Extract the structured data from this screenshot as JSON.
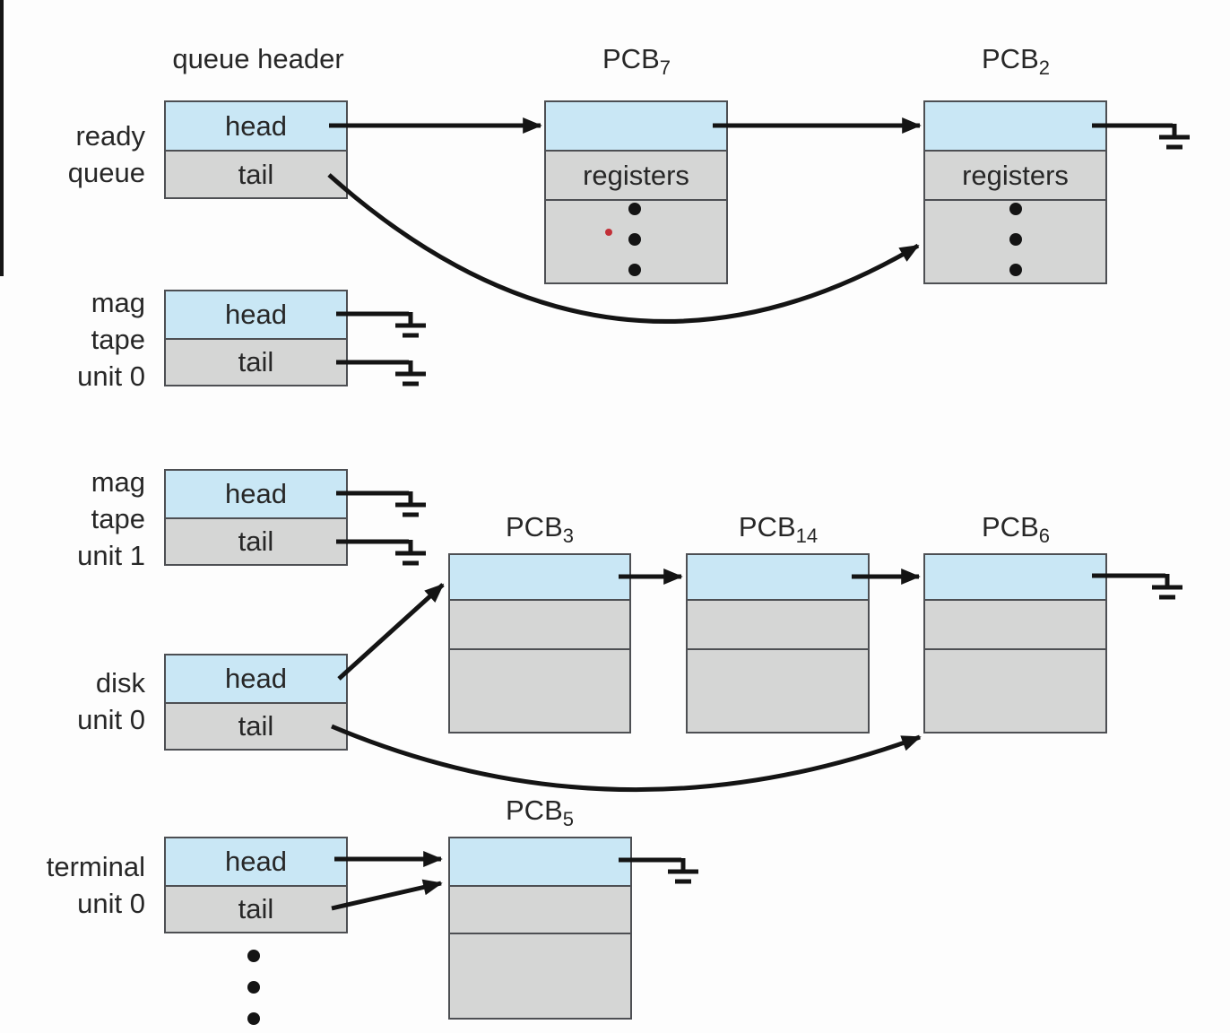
{
  "header_title": "queue header",
  "colors": {
    "cell_blue": "#c9e7f5",
    "cell_gray": "#d5d6d5",
    "border": "#4d4f53",
    "arrow": "#141414",
    "red_dot": "#c23038",
    "edge_strip": "#161616"
  },
  "queues": [
    {
      "id": "ready-queue",
      "label_lines": [
        "ready",
        "queue"
      ],
      "head": "head",
      "tail": "tail"
    },
    {
      "id": "mag-tape-unit-0",
      "label_lines": [
        "mag",
        "tape",
        "unit 0"
      ],
      "head": "head",
      "tail": "tail"
    },
    {
      "id": "mag-tape-unit-1",
      "label_lines": [
        "mag",
        "tape",
        "unit 1"
      ],
      "head": "head",
      "tail": "tail"
    },
    {
      "id": "disk-unit-0",
      "label_lines": [
        "disk",
        "unit 0"
      ],
      "head": "head",
      "tail": "tail"
    },
    {
      "id": "terminal-unit-0",
      "label_lines": [
        "terminal",
        "unit 0"
      ],
      "head": "head",
      "tail": "tail"
    }
  ],
  "pcbs": [
    {
      "id": "pcb7",
      "base": "PCB",
      "sub": "7",
      "register_label": "registers"
    },
    {
      "id": "pcb2",
      "base": "PCB",
      "sub": "2",
      "register_label": "registers"
    },
    {
      "id": "pcb3",
      "base": "PCB",
      "sub": "3"
    },
    {
      "id": "pcb14",
      "base": "PCB",
      "sub": "14"
    },
    {
      "id": "pcb6",
      "base": "PCB",
      "sub": "6"
    },
    {
      "id": "pcb5",
      "base": "PCB",
      "sub": "5"
    }
  ]
}
